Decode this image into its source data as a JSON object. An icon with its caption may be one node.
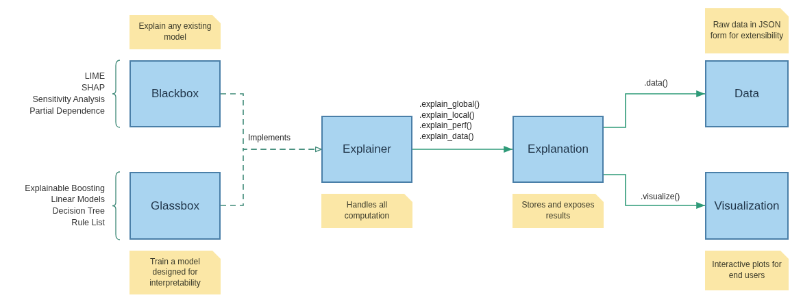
{
  "diagram": {
    "nodes": [
      {
        "text": [
          "Explain any existing model"
        ]
      },
      {
        "text": [
          "Blackbox"
        ],
        "beside": [
          "LIME",
          "SHAP",
          "Sensitivity Analysis",
          "Partial Dependence"
        ]
      },
      {
        "text": [
          "Glassbox"
        ],
        "beside": [
          "Explainable Boosting",
          "Linear Models",
          "Decision Tree",
          "Rule List"
        ]
      },
      {
        "text": [
          "Train a model designed for interpretability"
        ]
      },
      {
        "text": [
          "Explainer"
        ]
      },
      {
        "text": [
          "Handles all computation"
        ]
      },
      {
        "text": [
          "Explanation"
        ]
      },
      {
        "text": [
          "Stores and exposes results"
        ]
      },
      {
        "text": [
          "Raw data in JSON form for extensibility"
        ]
      },
      {
        "text": [
          "Data"
        ]
      },
      {
        "text": [
          "Visualization"
        ]
      },
      {
        "text": [
          "Interactive plots for end users"
        ]
      }
    ],
    "edges": [
      {
        "from": 1,
        "to": 4,
        "arrow": "to",
        "style": "dashed",
        "label": "Implements"
      },
      {
        "from": 2,
        "to": 4,
        "arrow": "to",
        "style": "dashed"
      },
      {
        "from": 4,
        "to": 6,
        "arrow": "to",
        "label": ".explain_global() .explain_local() .explain_perf() .explain_data()"
      },
      {
        "from": 6,
        "to": 9,
        "arrow": "to",
        "label": ".data()"
      },
      {
        "from": 6,
        "to": 10,
        "arrow": "to",
        "label": ".visualize()"
      }
    ]
  }
}
